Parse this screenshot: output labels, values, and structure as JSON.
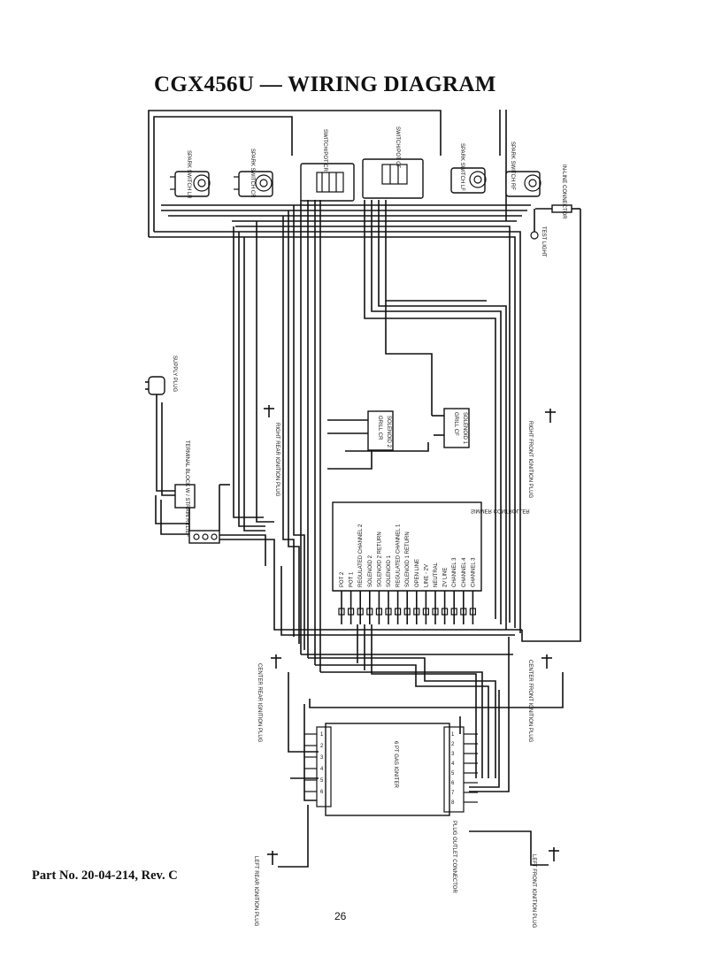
{
  "page": {
    "title": "CGX456U — WIRING DIAGRAM",
    "part_number": "Part No. 20-04-214, Rev. C",
    "page_number": "26"
  },
  "components": {
    "spark_switch_lr": "SPARK SWITCH LR",
    "spark_switch_cr": "SPARK SWITCH CR",
    "switch_pot_cr": "SWITCH/POT CR",
    "switch_pot_cf": "SWITCH/POT CF",
    "spark_switch_lf": "SPARK SWITCH LF",
    "spark_switch_rf": "SPARK SWITCH RF",
    "inline_connector": "IN-LINE CONNECTOR",
    "test_light": "TEST LIGHT",
    "supply_plug": "SUPPLY PLUG",
    "terminal_block": "TERMINAL BLOCK W / STRAIN RELIEF",
    "right_rear_plug": "RIGHT REAR IGNITION PLUG",
    "right_front_plug": "RIGHT FRONT IGNITION PLUG",
    "solenoid_2": "SOLENOID 2",
    "solenoid_1": "SOLENOID 1",
    "solenoid_2_tag": "GRILL CR",
    "solenoid_1_tag": "GRILL CF",
    "simmer_controller": "SIMMER CONTROLLER",
    "center_rear_plug": "CENTER REAR IGNITION PLUG",
    "center_front_plug": "CENTER FRONT IGNITION PLUG",
    "spark_module": "6 PT GAS IGNITER",
    "plug_outlet": "PLUG OUTLET CONNECTOR",
    "left_rear_plug": "LEFT REAR IGNITION PLUG",
    "left_front_plug": "LEFT FRONT IGNITION PLUG"
  },
  "controller_terminals": [
    "POT 2",
    "POT 1",
    "REGULATED CHANNEL 2",
    "SOLENOID 2",
    "SOLENOID 2 RETURN",
    "SOLENOID 1",
    "REGULATED CHANNEL 1",
    "SOLENOID 1 RETURN",
    "OPEN LINE",
    "LINE - 2V",
    "NEUTRAL",
    "2V LINE",
    "CHANNEL 3",
    "CHANNEL 4",
    "CHANNEL 3"
  ],
  "module_left_pins": [
    "1",
    "2",
    "3",
    "4",
    "5",
    "6"
  ],
  "module_right_pins": [
    "1",
    "2",
    "3",
    "4",
    "5",
    "6",
    "7",
    "8"
  ]
}
